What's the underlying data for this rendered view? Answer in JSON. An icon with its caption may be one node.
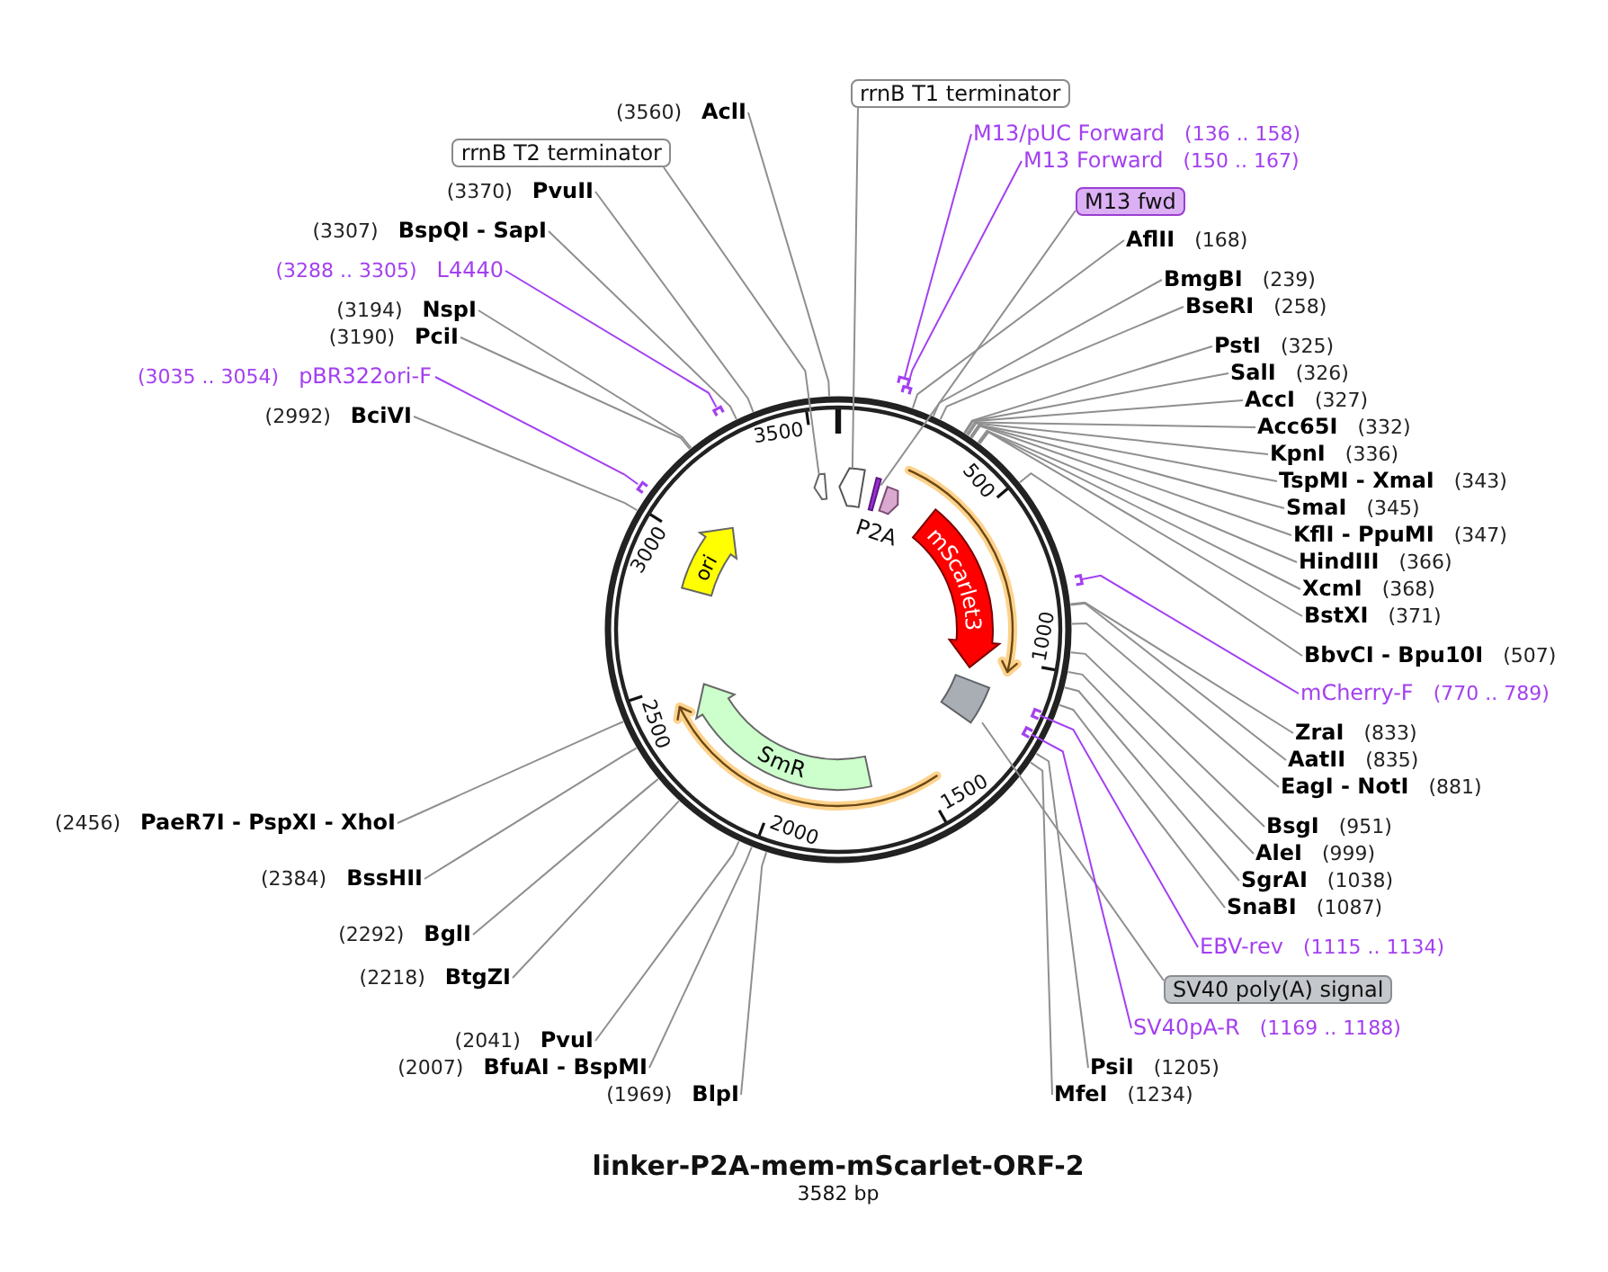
{
  "diagram": {
    "title": "linker-P2A-mem-mScarlet-ORF-2",
    "caption": "3582 bp",
    "nodes": [
      {
        "text": [
          "rrnB T1 terminator"
        ]
      },
      {
        "text": [
          "M13/pUC Forward",
          "(136 .. 158)"
        ]
      },
      {
        "text": [
          "M13 Forward",
          "(150 .. 167)"
        ]
      },
      {
        "text": [
          "M13 fwd"
        ]
      },
      {
        "text": [
          "AflII",
          "(168)"
        ]
      },
      {
        "text": [
          "BmgBI",
          "(239)"
        ]
      },
      {
        "text": [
          "BseRI",
          "(258)"
        ]
      },
      {
        "text": [
          "PstI",
          "(325)"
        ]
      },
      {
        "text": [
          "SalI",
          "(326)"
        ]
      },
      {
        "text": [
          "AccI",
          "(327)"
        ]
      },
      {
        "text": [
          "Acc65I",
          "(332)"
        ]
      },
      {
        "text": [
          "KpnI",
          "(336)"
        ]
      },
      {
        "text": [
          "TspMI - XmaI",
          "(343)"
        ]
      },
      {
        "text": [
          "SmaI",
          "(345)"
        ]
      },
      {
        "text": [
          "KflI - PpuMI",
          "(347)"
        ]
      },
      {
        "text": [
          "HindIII",
          "(366)"
        ]
      },
      {
        "text": [
          "XcmI",
          "(368)"
        ]
      },
      {
        "text": [
          "BstXI",
          "(371)"
        ]
      },
      {
        "text": [
          "BbvCI - Bpu10I",
          "(507)"
        ]
      },
      {
        "text": [
          "mCherry-F",
          "(770 .. 789)"
        ]
      },
      {
        "text": [
          "ZraI",
          "(833)"
        ]
      },
      {
        "text": [
          "AatII",
          "(835)"
        ]
      },
      {
        "text": [
          "EagI - NotI",
          "(881)"
        ]
      },
      {
        "text": [
          "BsgI",
          "(951)"
        ]
      },
      {
        "text": [
          "AleI",
          "(999)"
        ]
      },
      {
        "text": [
          "SgrAI",
          "(1038)"
        ]
      },
      {
        "text": [
          "SnaBI",
          "(1087)"
        ]
      },
      {
        "text": [
          "EBV-rev",
          "(1115 .. 1134)"
        ]
      },
      {
        "text": [
          "SV40 poly(A) signal"
        ]
      },
      {
        "text": [
          "SV40pA-R",
          "(1169 .. 1188)"
        ]
      },
      {
        "text": [
          "PsiI",
          "(1205)"
        ]
      },
      {
        "text": [
          "MfeI",
          "(1234)"
        ]
      },
      {
        "text": [
          "(1969)",
          "BlpI"
        ]
      },
      {
        "text": [
          "(2007)",
          "BfuAI - BspMI"
        ]
      },
      {
        "text": [
          "(2041)",
          "PvuI"
        ]
      },
      {
        "text": [
          "(2218)",
          "BtgZI"
        ]
      },
      {
        "text": [
          "(2292)",
          "BglI"
        ]
      },
      {
        "text": [
          "(2384)",
          "BssHII"
        ]
      },
      {
        "text": [
          "(2456)",
          "PaeR7I - PspXI - XhoI"
        ]
      },
      {
        "text": [
          "(2992)",
          "BciVI"
        ]
      },
      {
        "text": [
          "(3035 .. 3054)",
          "pBR322ori-F"
        ]
      },
      {
        "text": [
          "(3190)",
          "PciI"
        ]
      },
      {
        "text": [
          "(3194)",
          "NspI"
        ]
      },
      {
        "text": [
          "(3288 .. 3305)",
          "L4440"
        ]
      },
      {
        "text": [
          "(3307)",
          "BspQI - SapI"
        ]
      },
      {
        "text": [
          "(3370)",
          "PvuII"
        ]
      },
      {
        "text": [
          "rrnB T2 terminator"
        ]
      },
      {
        "text": [
          "(3560)",
          "AclI"
        ]
      },
      {
        "text": [],
        "shape": "circle"
      },
      {
        "text": [],
        "shape": "bar"
      },
      {
        "text": [],
        "shape": "bar"
      },
      {
        "text": [],
        "shape": "bar",
        "in": 48
      },
      {
        "text": [],
        "shape": "arrow",
        "in": 48
      },
      {
        "text": [],
        "shape": "arrow",
        "in": 48
      },
      {
        "text": [],
        "shape": "bar",
        "in": 48
      },
      {
        "text": [],
        "shape": "bar",
        "in": 48
      },
      {
        "text": [],
        "shape": "bar"
      },
      {
        "text": [],
        "shape": "box",
        "in": 48
      },
      {
        "text": [],
        "shape": "bar",
        "in": 48
      },
      {
        "text": [],
        "shape": "bar",
        "in": 48
      },
      {
        "text": [],
        "shape": "arrow",
        "in": 48
      },
      {
        "text": [],
        "shape": "arrow",
        "in": 48
      },
      {
        "text": [
          "P2A"
        ],
        "in": 48
      },
      {
        "text": [
          "mScarlet3"
        ],
        "in": 60
      },
      {
        "text": [
          "ori"
        ],
        "in": 48
      },
      {
        "text": [
          "SmR"
        ],
        "in": 48
      }
    ],
    "edges": [
      {
        "from": 0,
        "to": 53,
        "arrow": "none"
      },
      {
        "from": 1,
        "to": 49,
        "arrow": "none",
        "color": "#a340f0"
      },
      {
        "from": 2,
        "to": 50,
        "arrow": "none",
        "color": "#a340f0"
      },
      {
        "from": 3,
        "to": 54,
        "arrow": "none"
      },
      {
        "from": 4,
        "to": 48,
        "arrow": "none"
      },
      {
        "from": 5,
        "to": 48,
        "arrow": "none"
      },
      {
        "from": 6,
        "to": 48,
        "arrow": "none"
      },
      {
        "from": 7,
        "to": 48,
        "arrow": "none"
      },
      {
        "from": 8,
        "to": 48,
        "arrow": "none"
      },
      {
        "from": 9,
        "to": 48,
        "arrow": "none"
      },
      {
        "from": 10,
        "to": 48,
        "arrow": "none"
      },
      {
        "from": 11,
        "to": 48,
        "arrow": "none"
      },
      {
        "from": 12,
        "to": 48,
        "arrow": "none"
      },
      {
        "from": 13,
        "to": 48,
        "arrow": "none"
      },
      {
        "from": 14,
        "to": 48,
        "arrow": "none"
      },
      {
        "from": 15,
        "to": 48,
        "arrow": "none"
      },
      {
        "from": 16,
        "to": 48,
        "arrow": "none"
      },
      {
        "from": 17,
        "to": 48,
        "arrow": "none"
      },
      {
        "from": 18,
        "to": 48,
        "arrow": "none"
      },
      {
        "from": 19,
        "to": 56,
        "arrow": "none",
        "color": "#a340f0"
      },
      {
        "from": 20,
        "to": 48,
        "arrow": "none"
      },
      {
        "from": 21,
        "to": 48,
        "arrow": "none"
      },
      {
        "from": 22,
        "to": 48,
        "arrow": "none"
      },
      {
        "from": 23,
        "to": 48,
        "arrow": "none"
      },
      {
        "from": 24,
        "to": 48,
        "arrow": "none"
      },
      {
        "from": 25,
        "to": 48,
        "arrow": "none"
      },
      {
        "from": 26,
        "to": 48,
        "arrow": "none"
      },
      {
        "from": 27,
        "to": 58,
        "arrow": "none",
        "color": "#a340f0"
      },
      {
        "from": 28,
        "to": 57,
        "arrow": "none"
      },
      {
        "from": 29,
        "to": 59,
        "arrow": "none",
        "color": "#a340f0"
      },
      {
        "from": 30,
        "to": 48,
        "arrow": "none"
      },
      {
        "from": 31,
        "to": 48,
        "arrow": "none"
      },
      {
        "from": 32,
        "to": 48,
        "arrow": "none"
      },
      {
        "from": 33,
        "to": 48,
        "arrow": "none"
      },
      {
        "from": 34,
        "to": 48,
        "arrow": "none"
      },
      {
        "from": 35,
        "to": 48,
        "arrow": "none"
      },
      {
        "from": 36,
        "to": 48,
        "arrow": "none"
      },
      {
        "from": 37,
        "to": 48,
        "arrow": "none"
      },
      {
        "from": 38,
        "to": 48,
        "arrow": "none"
      },
      {
        "from": 39,
        "to": 48,
        "arrow": "none"
      },
      {
        "from": 40,
        "to": 55,
        "arrow": "none",
        "color": "#a340f0"
      },
      {
        "from": 41,
        "to": 48,
        "arrow": "none"
      },
      {
        "from": 42,
        "to": 48,
        "arrow": "none"
      },
      {
        "from": 43,
        "to": 51,
        "arrow": "none",
        "color": "#a340f0"
      },
      {
        "from": 44,
        "to": 48,
        "arrow": "none"
      },
      {
        "from": 45,
        "to": 48,
        "arrow": "none"
      },
      {
        "from": 46,
        "to": 52,
        "arrow": "none"
      },
      {
        "from": 47,
        "to": 48,
        "arrow": "none"
      }
    ],
    "labels": [
      "500",
      "1000",
      "1500",
      "2000",
      "2500",
      "3000",
      "3500"
    ]
  }
}
